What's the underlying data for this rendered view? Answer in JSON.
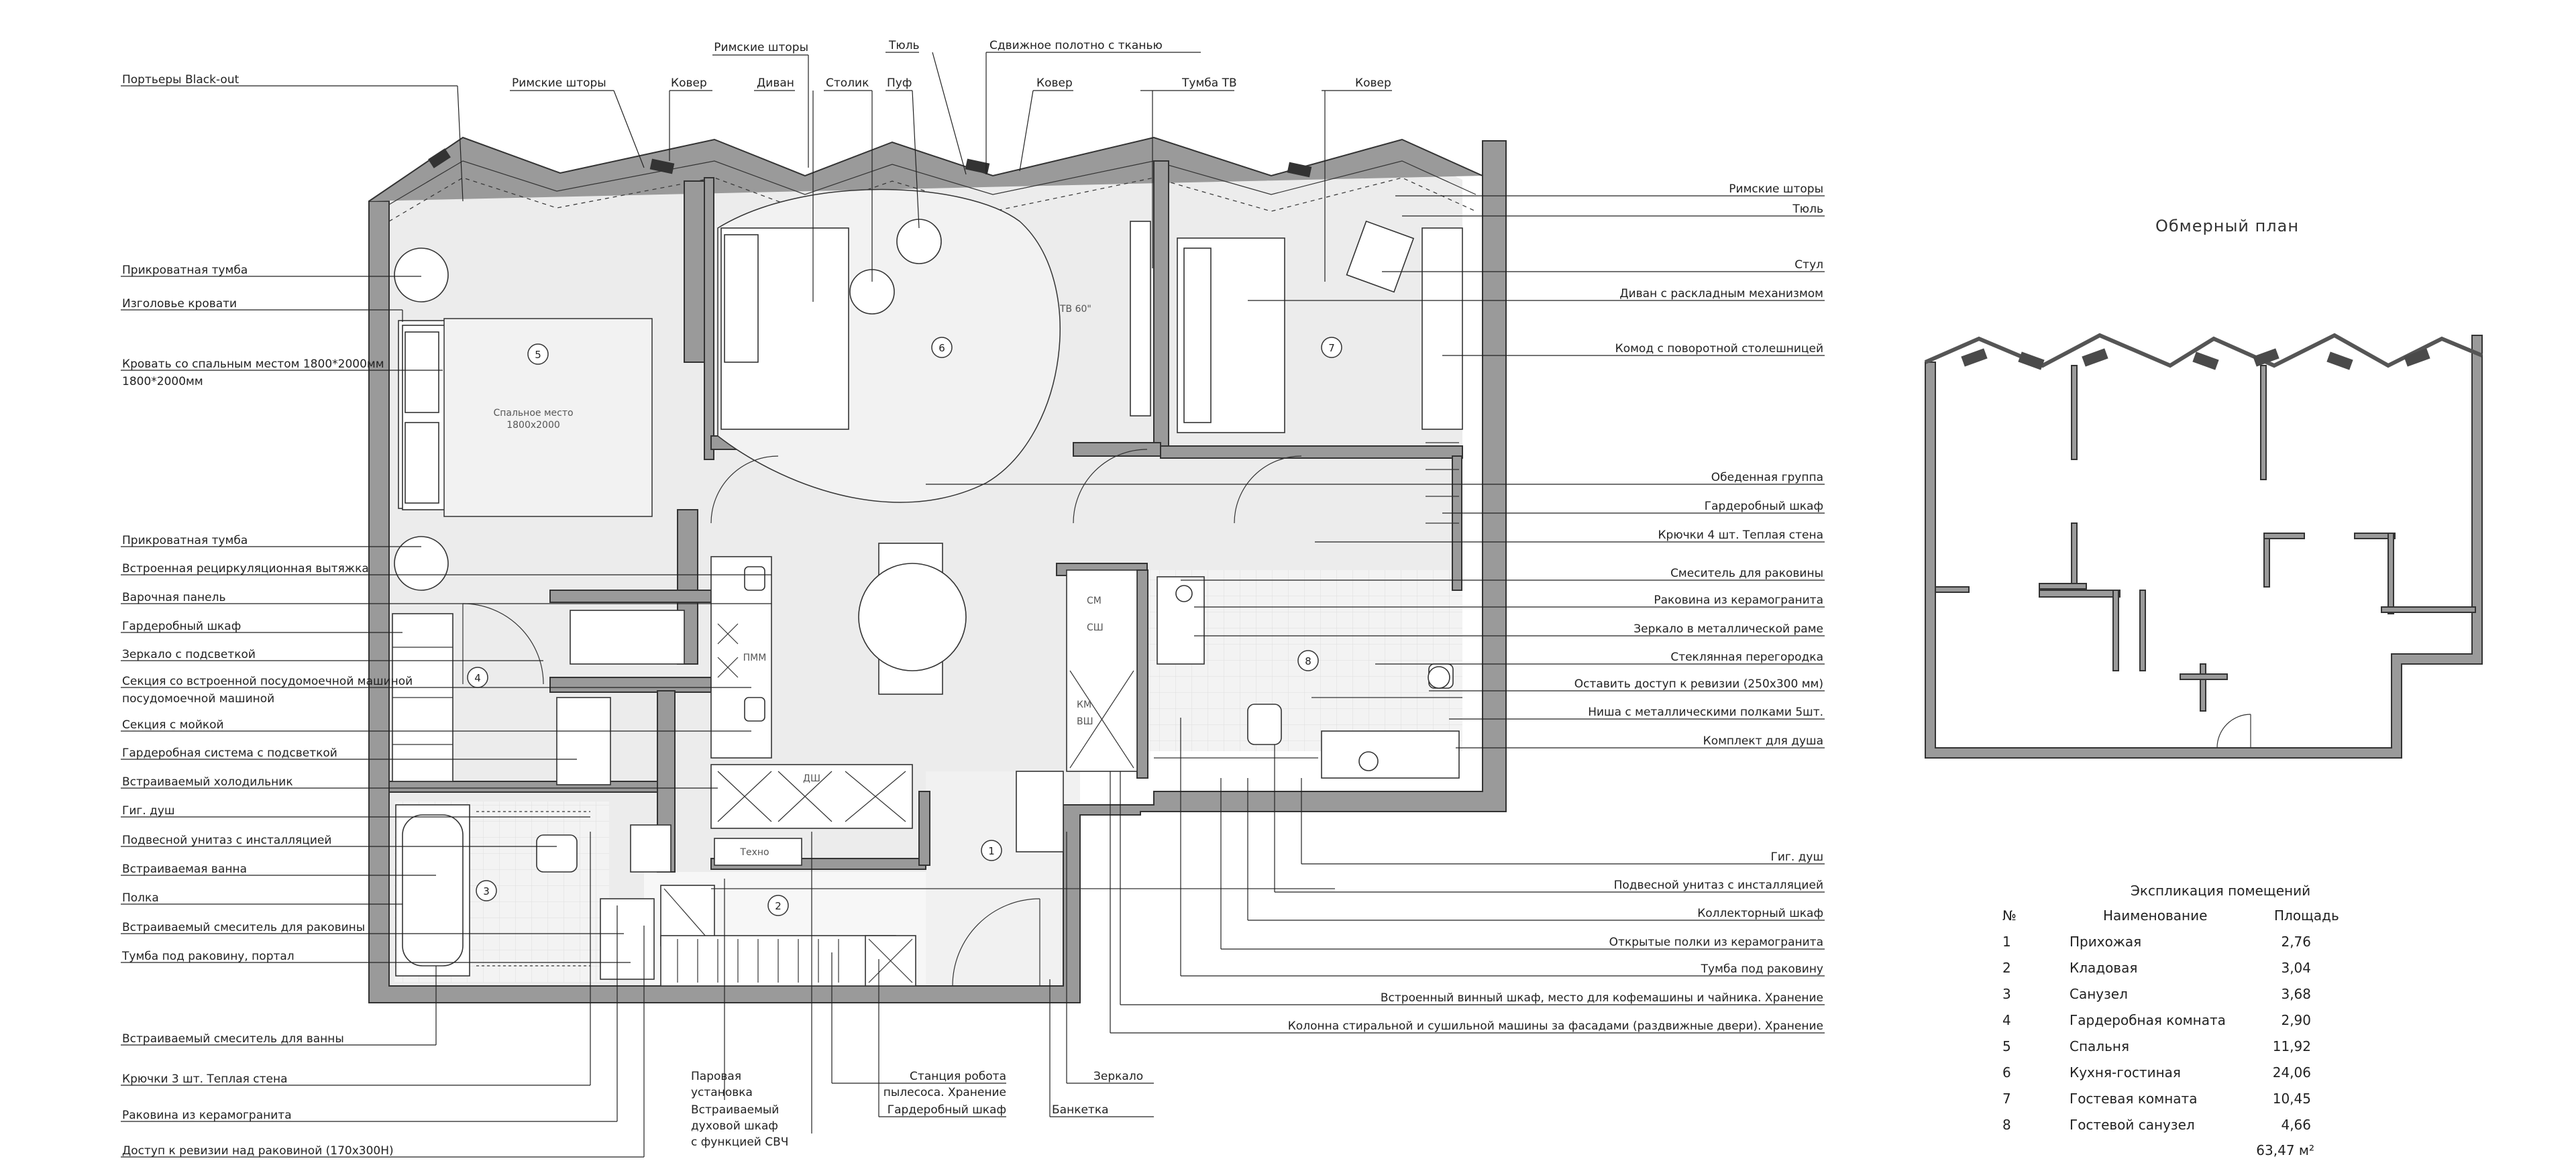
{
  "legend_left": [
    "Портьеры Black-out",
    "Прикроватная тумба",
    "Изголовье кровати",
    "Кровать со спальным местом 1800*2000мм",
    "Прикроватная тумба",
    "Встроенная рециркуляционная вытяжка",
    "Варочная панель",
    "Гардеробный шкаф",
    "Зеркало с подсветкой",
    "Секция со встроенной посудомоечной машиной",
    "Секция с мойкой",
    "Гардеробная система с подсветкой",
    "Встраиваемый холодильник",
    "Гиг. душ",
    "Подвесной унитаз с инсталляцией",
    "Встраиваемая ванна",
    "Полка",
    "Встраиваемый смеситель для раковины",
    "Тумба под раковину, портал",
    "Встраиваемый смеситель для ванны",
    "Крючки 3 шт. Теплая стена",
    "Раковина из керамогранита",
    "Доступ к ревизии над раковиной (170х300Н)"
  ],
  "legend_top": [
    "Римские шторы",
    "Ковер",
    "Римские шторы",
    "Диван",
    "Столик",
    "Пуф",
    "Тюль",
    "Сдвижное полотно с тканью",
    "Ковер",
    "Тумба ТВ",
    "Ковер"
  ],
  "legend_right": [
    "Римские шторы",
    "Тюль",
    "Стул",
    "Диван с раскладным механизмом",
    "Комод с поворотной столешницей",
    "Обеденная группа",
    "Гардеробный шкаф",
    "Крючки 4 шт. Теплая стена",
    "Смеситель для раковины",
    "Раковина из керамогранита",
    "Зеркало в металлической раме",
    "Стеклянная перегородка",
    "Оставить доступ к ревизии (250х300 мм)",
    "Ниша с металлическими полками 5шт.",
    "Комплект для душа",
    "Гиг. душ",
    "Подвесной унитаз с инсталляцией",
    "Коллекторный шкаф",
    "Открытые полки из керамогранита",
    "Тумба под раковину",
    "Встроенный винный шкаф, место для кофемашины и чайника. Хранение",
    "Колонна стиральной и сушильной машины за фасадами (раздвижные двери). Хранение"
  ],
  "legend_bottom": [
    {
      "lines": [
        "Паровая",
        "установка"
      ]
    },
    {
      "lines": [
        "Встраиваемый",
        "духовой шкаф",
        "с функцией СВЧ"
      ]
    },
    {
      "lines": [
        "Станция робота",
        "пылесоса. Хранение"
      ]
    },
    {
      "lines": [
        "Гардеробный шкаф"
      ]
    },
    {
      "lines": [
        "Зеркало"
      ]
    },
    {
      "lines": [
        "Банкетка"
      ]
    }
  ],
  "plan_labels": {
    "bed_inner_1": "Спальное место",
    "bed_inner_2": "1800х2000",
    "tv": "ТВ 60\"",
    "appliance_1": "СМ",
    "appliance_2": "СШ",
    "appliance_3": "КМ",
    "appliance_4": "ВШ",
    "dw": "ПММ",
    "oven": "ДШ",
    "tehno": "Техно"
  },
  "room_numbers": [
    "1",
    "2",
    "3",
    "4",
    "5",
    "6",
    "7",
    "8"
  ],
  "measure_plan": {
    "title": "Обмерный план"
  },
  "explication": {
    "title": "Экспликация помещений",
    "headers": [
      "№",
      "Наименование",
      "Площадь"
    ],
    "rows": [
      {
        "n": "1",
        "name": "Прихожая",
        "area": "2,76"
      },
      {
        "n": "2",
        "name": "Кладовая",
        "area": "3,04"
      },
      {
        "n": "3",
        "name": "Санузел",
        "area": "3,68"
      },
      {
        "n": "4",
        "name": "Гардеробная комната",
        "area": "2,90"
      },
      {
        "n": "5",
        "name": "Спальня",
        "area": "11,92"
      },
      {
        "n": "6",
        "name": "Кухня-гостиная",
        "area": "24,06"
      },
      {
        "n": "7",
        "name": "Гостевая комната",
        "area": "10,45"
      },
      {
        "n": "8",
        "name": "Гостевой санузел",
        "area": "4,66"
      }
    ],
    "total": "63,47 м²"
  }
}
